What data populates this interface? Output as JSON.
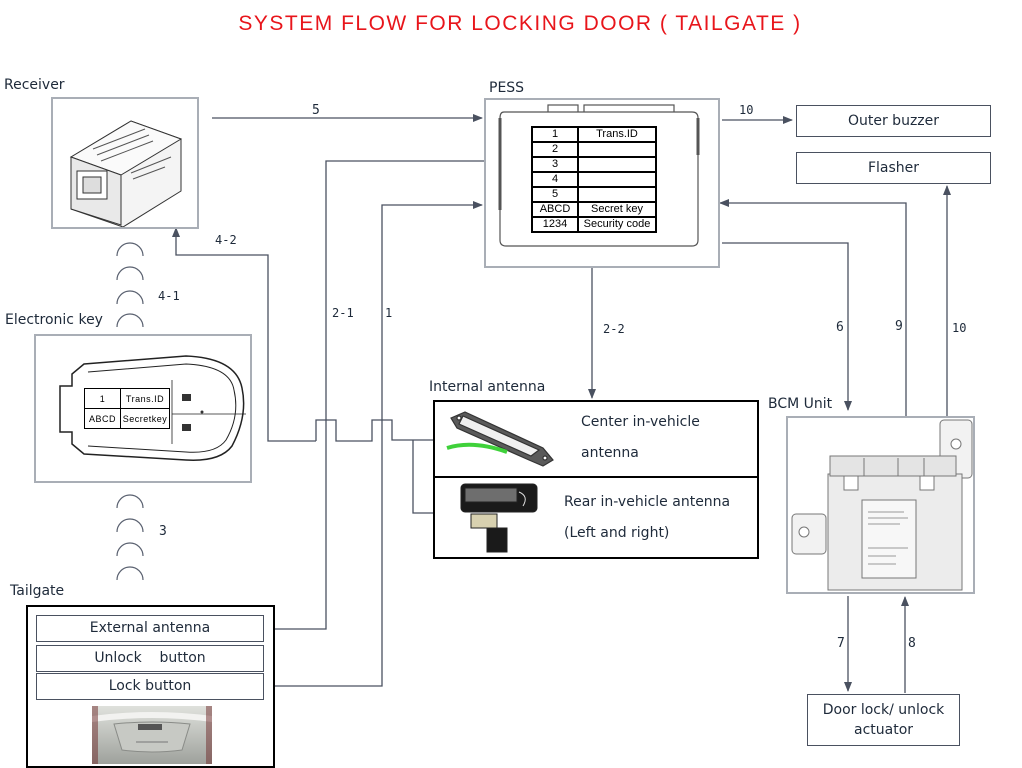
{
  "title": "SYSTEM FLOW FOR LOCKING DOOR ( TAILGATE )",
  "colors": {
    "title": "#e8151b",
    "wire": "#4a5160",
    "box_border": "#a9aeb6",
    "antenna_cable": "#3fd13a"
  },
  "components": {
    "receiver": {
      "label": "Receiver"
    },
    "pess": {
      "label": "PESS",
      "table": [
        [
          "1",
          "Trans.ID"
        ],
        [
          "2",
          ""
        ],
        [
          "3",
          ""
        ],
        [
          "4",
          ""
        ],
        [
          "5",
          ""
        ],
        [
          "ABCD",
          "Secret key"
        ],
        [
          "1234",
          "Security code"
        ]
      ]
    },
    "electronic_key": {
      "label": "Electronic  key",
      "table": [
        [
          "1",
          "Trans.ID"
        ],
        [
          "ABCD",
          "Secretkey"
        ]
      ]
    },
    "outer_buzzer": {
      "label": "Outer buzzer"
    },
    "flasher": {
      "label": "Flasher"
    },
    "internal_antenna": {
      "label": "Internal antenna",
      "center": {
        "line1": "Center in-vehicle",
        "line2": "antenna"
      },
      "rear": {
        "line1": "Rear in-vehicle antenna",
        "line2": "(Left and right)"
      }
    },
    "bcm": {
      "label": "BCM Unit"
    },
    "actuator": {
      "line1": "Door lock/ unlock",
      "line2": "actuator"
    },
    "tailgate": {
      "label": "Tailgate",
      "rows": [
        "External antenna",
        "Unlock    button",
        "Lock button"
      ]
    }
  },
  "signals": {
    "s1": "1",
    "s2_1": "2-1",
    "s2_2": "2-2",
    "s3": "3",
    "s4_1": "4-1",
    "s4_2": "4-2",
    "s5": "5",
    "s6": "6",
    "s7": "7",
    "s8": "8",
    "s9": "9",
    "s10_buzzer": "10",
    "s10_flasher": "10"
  }
}
